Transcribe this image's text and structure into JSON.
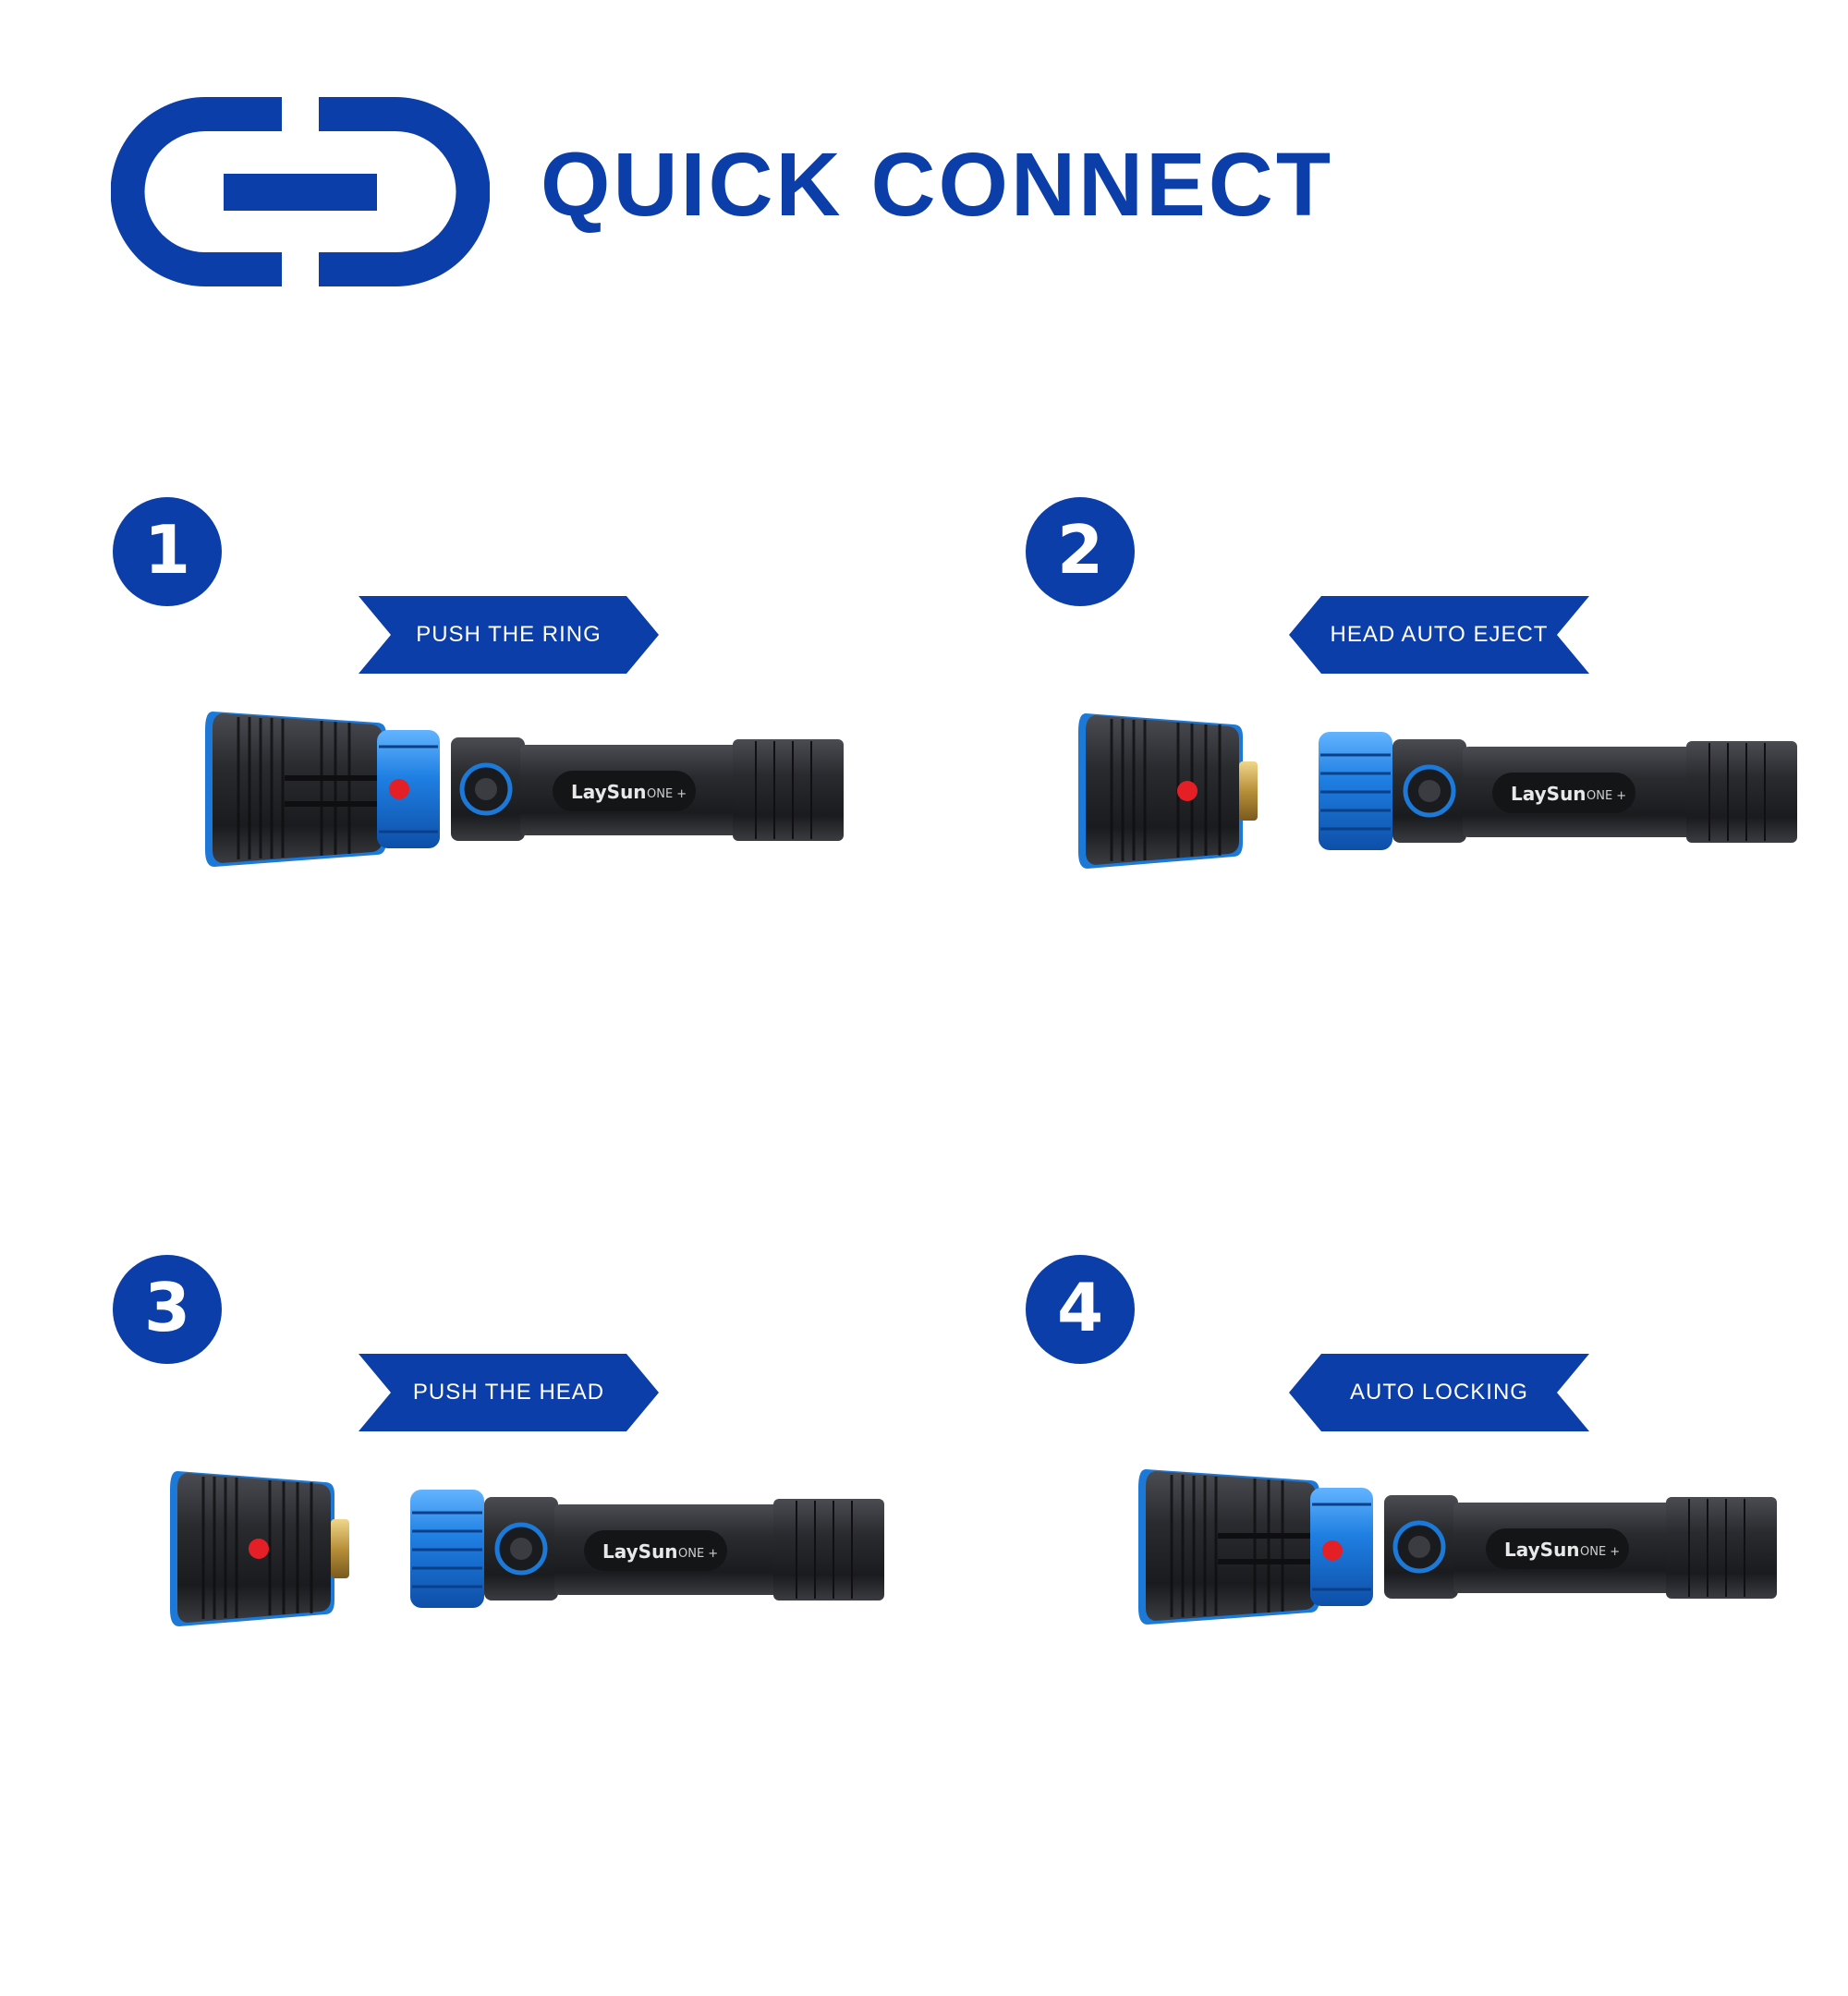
{
  "header": {
    "title": "QUICK CONNECT",
    "logo_icon": "quick-connect-icon"
  },
  "colors": {
    "brand_blue": "#0b3ea8",
    "ring_blue": "#1a7fe0",
    "body_black": "#1e1f22",
    "indicator_red": "#e41f26",
    "contact_gold": "#c9a24a"
  },
  "brand": {
    "name": "LaySun",
    "model": "ONE +"
  },
  "steps": [
    {
      "number": "1",
      "label": "PUSH THE RING",
      "state": "assembled"
    },
    {
      "number": "2",
      "label": "HEAD AUTO EJECT",
      "state": "separated"
    },
    {
      "number": "3",
      "label": "PUSH THE HEAD",
      "state": "separated"
    },
    {
      "number": "4",
      "label": "AUTO LOCKING",
      "state": "assembled"
    }
  ]
}
